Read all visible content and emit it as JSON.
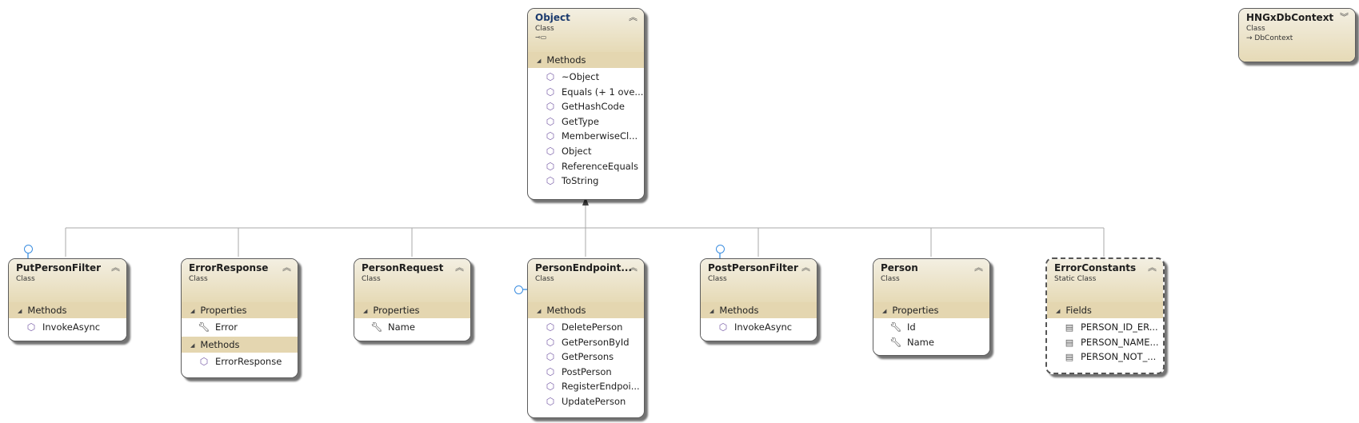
{
  "classes": {
    "object": {
      "name": "Object",
      "kind": "Class",
      "section": "Methods",
      "members": [
        "~Object",
        "Equals (+ 1 ove...",
        "GetHashCode",
        "GetType",
        "MemberwiseCl...",
        "Object",
        "ReferenceEquals",
        "ToString"
      ]
    },
    "hngx": {
      "name": "HNGxDbContext",
      "kind": "Class",
      "base": "→ DbContext"
    },
    "putfilter": {
      "name": "PutPersonFilter",
      "kind": "Class",
      "section": "Methods",
      "members": [
        "InvokeAsync"
      ]
    },
    "errorresponse": {
      "name": "ErrorResponse",
      "kind": "Class",
      "section1": "Properties",
      "members1": [
        "Error"
      ],
      "section2": "Methods",
      "members2": [
        "ErrorResponse"
      ]
    },
    "personrequest": {
      "name": "PersonRequest",
      "kind": "Class",
      "section": "Properties",
      "members": [
        "Name"
      ]
    },
    "endpoint": {
      "name": "PersonEndpoint...",
      "kind": "Class",
      "section": "Methods",
      "members": [
        "DeletePerson",
        "GetPersonById",
        "GetPersons",
        "PostPerson",
        "RegisterEndpoi...",
        "UpdatePerson"
      ]
    },
    "postfilter": {
      "name": "PostPersonFilter",
      "kind": "Class",
      "section": "Methods",
      "members": [
        "InvokeAsync"
      ]
    },
    "person": {
      "name": "Person",
      "kind": "Class",
      "section": "Properties",
      "members": [
        "Id",
        "Name"
      ]
    },
    "errorconstants": {
      "name": "ErrorConstants",
      "kind": "Static Class",
      "section": "Fields",
      "members": [
        "PERSON_ID_ER...",
        "PERSON_NAME...",
        "PERSON_NOT_..."
      ]
    }
  },
  "icons": {
    "collapse": "chevron-up-icon",
    "expand": "chevron-down-icon",
    "method": "cube-method-icon",
    "property": "wrench-property-icon",
    "field": "field-icon"
  },
  "colors": {
    "header": "#e6dab6",
    "section": "#e4d6b0",
    "connector": "#a8a8a8",
    "interface_lollipop": "#3c8ee0",
    "link_text": "#1c3b6e"
  }
}
